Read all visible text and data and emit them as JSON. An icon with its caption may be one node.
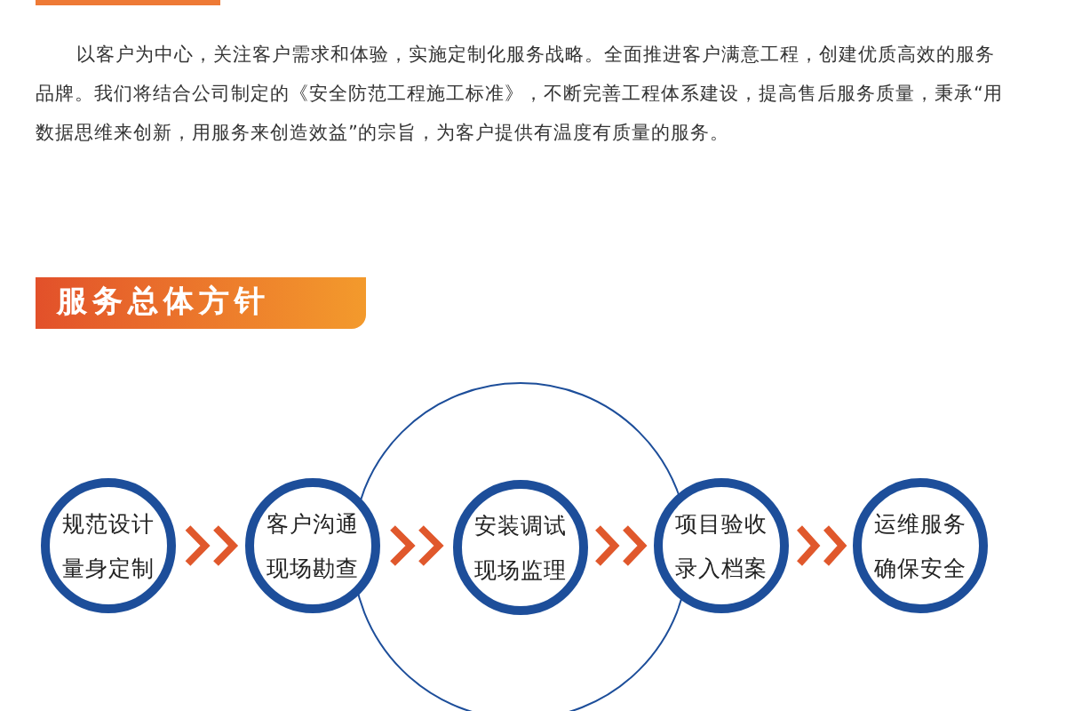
{
  "diagram": {
    "title": "服务总体方针",
    "nodes": [
      {
        "text": [
          "规范设计量身定制"
        ]
      },
      {
        "text": [
          "客户沟通现场勘查"
        ]
      },
      {
        "text": [],
        "shape": "circle"
      },
      {
        "text": [
          "安装调试现场监理"
        ],
        "in": 2
      },
      {
        "text": [
          "项目验收录入档案"
        ]
      },
      {
        "text": [
          "运维服务确保安全"
        ]
      }
    ],
    "edges": [
      {
        "from": 0,
        "to": 1,
        "arrow": "to"
      },
      {
        "from": 1,
        "to": 3,
        "arrow": "to"
      },
      {
        "from": 3,
        "to": 4,
        "arrow": "to"
      },
      {
        "from": 4,
        "to": 5,
        "arrow": "to"
      }
    ],
    "labels": [
      "以客户为中心，关注客户需求和体验，实施定制化服务战略。全面推进客户满意工程，创建优质高效的服务品牌。我们将结合公司制定的《安全防范工程施工标准》，不断完善工程体系建设，提高售后服务质量，秉承“用数据思维来创新，用服务来创造效益”的宗旨，为客户提供有温度有质量的服务。"
    ]
  }
}
